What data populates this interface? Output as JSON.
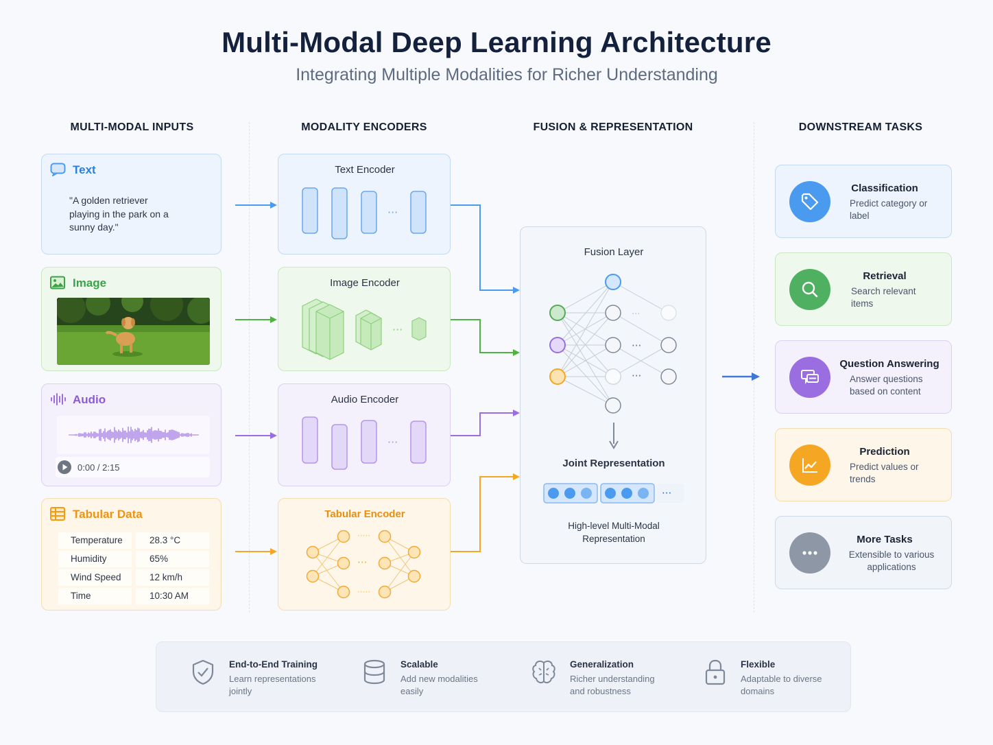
{
  "header": {
    "title": "Multi-Modal Deep Learning Architecture",
    "subtitle": "Integrating Multiple Modalities for Richer Understanding"
  },
  "columns": {
    "inputs": "MULTI-MODAL INPUTS",
    "encoders": "MODALITY ENCODERS",
    "fusion": "FUSION & REPRESENTATION",
    "tasks": "DOWNSTREAM TASKS"
  },
  "inputs": {
    "text": {
      "label": "Text",
      "quote": "\"A golden retriever playing in the park on a sunny day.\""
    },
    "image": {
      "label": "Image"
    },
    "audio": {
      "label": "Audio",
      "time": "0:00 / 2:15"
    },
    "tabular": {
      "label": "Tabular Data",
      "rows": [
        {
          "key": "Temperature",
          "value": "28.3 °C"
        },
        {
          "key": "Humidity",
          "value": "65%"
        },
        {
          "key": "Wind Speed",
          "value": "12 km/h"
        },
        {
          "key": "Time",
          "value": "10:30 AM"
        }
      ]
    }
  },
  "encoders": {
    "text": "Text Encoder",
    "image": "Image Encoder",
    "audio": "Audio Encoder",
    "tabular": "Tabular Encoder"
  },
  "fusion": {
    "layer": "Fusion Layer",
    "joint": "Joint Representation",
    "desc": "High-level Multi-Modal Representation"
  },
  "tasks": [
    {
      "title": "Classification",
      "desc": "Predict category or label",
      "icon": "tag-icon",
      "color": "#4a9bef"
    },
    {
      "title": "Retrieval",
      "desc": "Search relevant items",
      "icon": "search-icon",
      "color": "#4fb062"
    },
    {
      "title": "Question Answering",
      "desc": "Answer questions based on content",
      "icon": "chat-icon",
      "color": "#9a6ee0"
    },
    {
      "title": "Prediction",
      "desc": "Predict values or trends",
      "icon": "trend-chart-icon",
      "color": "#f5a623"
    },
    {
      "title": "More Tasks",
      "desc": "Extensible to various applications",
      "icon": "more-icon",
      "color": "#8e97a5"
    }
  ],
  "features": [
    {
      "title": "End-to-End Training",
      "desc": "Learn representations jointly",
      "icon": "shield-icon"
    },
    {
      "title": "Scalable",
      "desc": "Add new modalities easily",
      "icon": "database-icon"
    },
    {
      "title": "Generalization",
      "desc": "Richer understanding and robustness",
      "icon": "brain-icon"
    },
    {
      "title": "Flexible",
      "desc": "Adaptable to diverse domains",
      "icon": "lock-icon"
    }
  ],
  "colors": {
    "text": "#4a9bef",
    "image": "#4fb340",
    "audio": "#9a6ee0",
    "tabular": "#f5a623"
  }
}
